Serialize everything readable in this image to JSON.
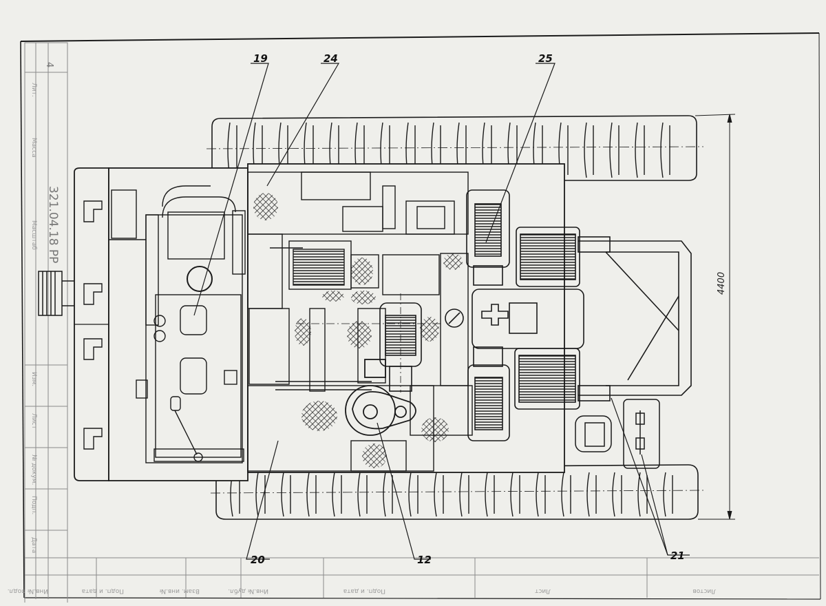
{
  "drawing": {
    "callouts": [
      {
        "id": "c19",
        "label": "19"
      },
      {
        "id": "c24",
        "label": "24"
      },
      {
        "id": "c25",
        "label": "25"
      },
      {
        "id": "c20",
        "label": "20"
      },
      {
        "id": "c12",
        "label": "12"
      },
      {
        "id": "c21",
        "label": "21"
      }
    ],
    "dimension": "4400",
    "stamp_code": "321.04.18 РР",
    "sheet_no": "4",
    "title_block_cells": [
      "Изм.",
      "Лист",
      "№ докум.",
      "Подп.",
      "Дата",
      "Лит.",
      "Масса",
      "Масштаб"
    ],
    "bottom_strip_cells": [
      "Инв.№ подл.",
      "Подп. и дата",
      "Взам. инв.№",
      "Инв.№ дубл.",
      "Подп. и дата",
      "Лист",
      "Листов"
    ],
    "colors": {
      "ink": "#1a1a1a",
      "paper": "#efefeb",
      "hatch": "#2b2b2b",
      "faint": "#9a9a9a"
    }
  }
}
